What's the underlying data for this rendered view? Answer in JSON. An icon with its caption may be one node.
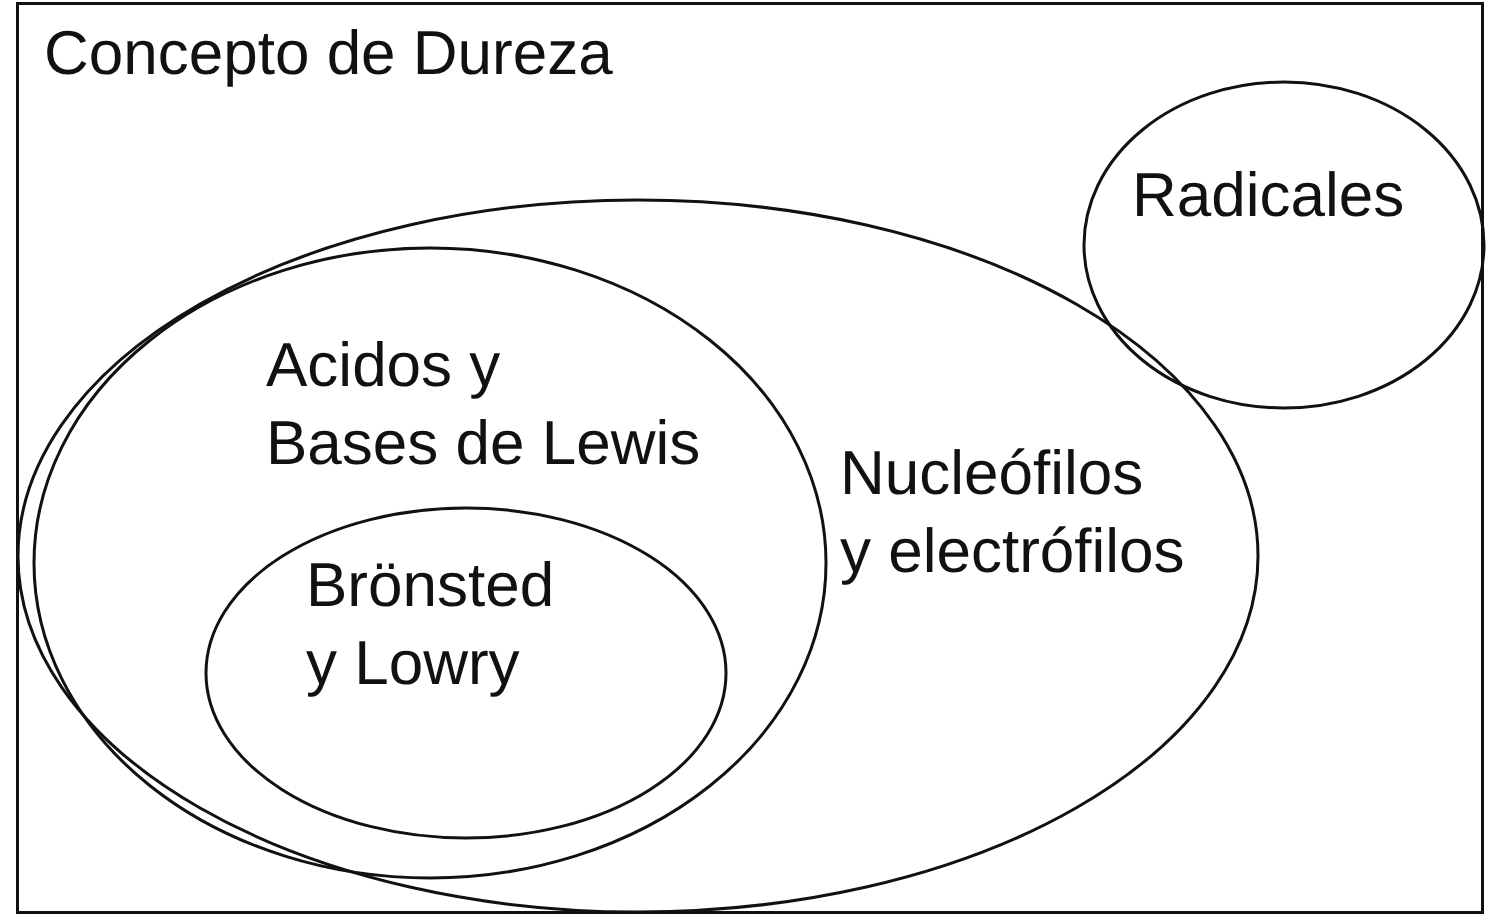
{
  "diagram": {
    "nodes": [
      {
        "text": [
          "Concepto de Dureza"
        ]
      },
      {
        "text": [
          "Nucleófilos y electrófilos"
        ],
        "in": 0
      },
      {
        "text": [
          "Acidos y Bases de Lewis"
        ],
        "in": 1
      },
      {
        "text": [
          "Brönsted y Lowry"
        ],
        "in": 2
      },
      {
        "text": [
          "Radicales"
        ],
        "in": 0
      }
    ],
    "edges": []
  }
}
